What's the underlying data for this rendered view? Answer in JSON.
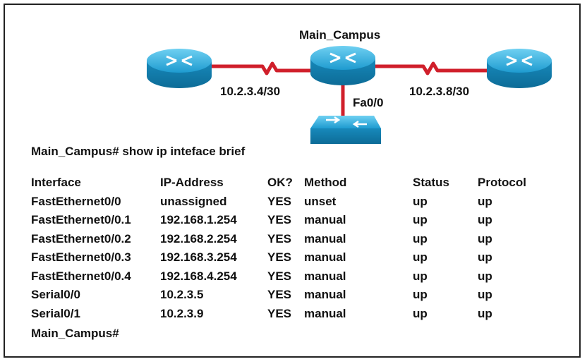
{
  "topology": {
    "router_name": "Main_Campus",
    "left_link_label": "10.2.3.4/30",
    "right_link_label": "10.2.3.8/30",
    "switch_interface_label": "Fa0/0",
    "colors": {
      "router": "#1e9bd0",
      "link": "#d01f2b",
      "switch": "#1e9bd0"
    }
  },
  "command": "Main_Campus# show ip inteface brief",
  "table": {
    "headers": [
      "Interface",
      "IP-Address",
      "OK?",
      "Method",
      "Status",
      "Protocol"
    ],
    "rows": [
      [
        "FastEthernet0/0",
        "unassigned",
        "YES",
        "unset",
        "up",
        "up"
      ],
      [
        "FastEthernet0/0.1",
        "192.168.1.254",
        "YES",
        "manual",
        "up",
        "up"
      ],
      [
        "FastEthernet0/0.2",
        "192.168.2.254",
        "YES",
        "manual",
        "up",
        "up"
      ],
      [
        "FastEthernet0/0.3",
        "192.168.3.254",
        "YES",
        "manual",
        "up",
        "up"
      ],
      [
        "FastEthernet0/0.4",
        "192.168.4.254",
        "YES",
        "manual",
        "up",
        "up"
      ],
      [
        "Serial0/0",
        "10.2.3.5",
        "YES",
        "manual",
        "up",
        "up"
      ],
      [
        "Serial0/1",
        "10.2.3.9",
        "YES",
        "manual",
        "up",
        "up"
      ]
    ]
  },
  "final_prompt": "Main_Campus#"
}
